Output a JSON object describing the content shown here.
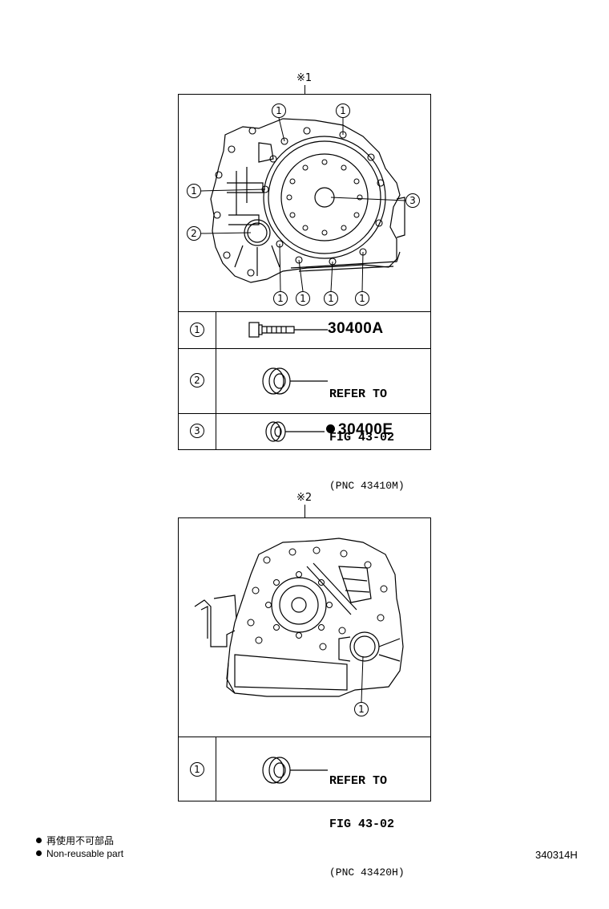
{
  "panels": [
    {
      "label": "※1",
      "callouts": [
        "1",
        "1",
        "1",
        "2",
        "3",
        "1",
        "1",
        "1",
        "1"
      ],
      "rows": [
        {
          "index": "1",
          "part": "30400A",
          "non_reusable": false
        },
        {
          "index": "2",
          "refer_line1": "REFER TO",
          "refer_line2": "FIG 43-02",
          "pnc": "(PNC 43410M)"
        },
        {
          "index": "3",
          "part": "30400E",
          "non_reusable": true
        }
      ]
    },
    {
      "label": "※2",
      "callouts": [
        "1"
      ],
      "rows": [
        {
          "index": "1",
          "refer_line1": "REFER TO",
          "refer_line2": "FIG 43-02",
          "pnc": "(PNC 43420H)"
        }
      ]
    }
  ],
  "legend": {
    "line1": "再使用不可部品",
    "line2": "Non-reusable part"
  },
  "illustration_code": "340314H"
}
